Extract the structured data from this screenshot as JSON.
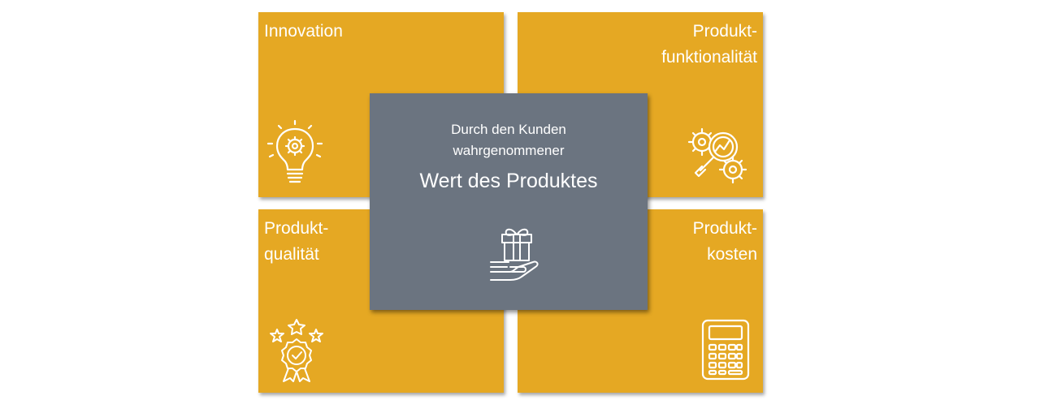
{
  "colors": {
    "quadrant": "#e5a823",
    "center": "#6b7480",
    "text": "#ffffff"
  },
  "center": {
    "subtitle_line1": "Durch den Kunden",
    "subtitle_line2": "wahrgenommener",
    "title": "Wert des Produktes",
    "icon": "gift-in-hand-icon"
  },
  "quadrants": {
    "top_left": {
      "label_line1": "Innovation",
      "icon": "lightbulb-gear-icon"
    },
    "top_right": {
      "label_line1": "Produkt-",
      "label_line2": "funktionalität",
      "icon": "gears-magnifier-icon"
    },
    "bottom_left": {
      "label_line1": "Produkt-",
      "label_line2": "qualität",
      "icon": "award-stars-icon"
    },
    "bottom_right": {
      "label_line1": "Produkt-",
      "label_line2": "kosten",
      "icon": "calculator-icon"
    }
  }
}
